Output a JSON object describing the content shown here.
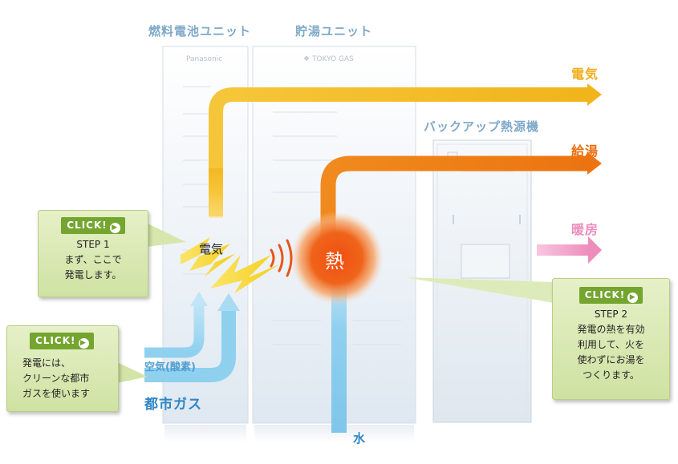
{
  "units": {
    "fuel_cell": "燃料電池ユニット",
    "storage": "貯湯ユニット",
    "backup": "バックアップ熱源機"
  },
  "brands": {
    "left": "Panasonic",
    "right": "TOKYO GAS"
  },
  "outputs": {
    "electricity": "電気",
    "hot_water": "給湯",
    "heating": "暖房"
  },
  "inputs": {
    "air": "空気(酸素)",
    "city_gas": "都市ガス",
    "water": "水"
  },
  "inner": {
    "electricity": "電気",
    "heat": "熱"
  },
  "callouts": {
    "step1": {
      "button": "CLICK!",
      "arrow": "▶",
      "line1": "STEP 1",
      "line2": "まず、ここで",
      "line3": "発電します。"
    },
    "step2": {
      "button": "CLICK!",
      "arrow": "▶",
      "line1": "STEP 2",
      "line2": "発電の熱を有効",
      "line3": "利用して、火を",
      "line4": "使わずにお湯を",
      "line5": "つくります。"
    },
    "gas": {
      "button": "CLICK!",
      "arrow": "▶",
      "line1": "発電には、",
      "line2": "クリーンな都市",
      "line3": "ガスを使います"
    }
  },
  "colors": {
    "electricity": "#f3b821",
    "hot_water": "#ee7a12",
    "heating": "#f098c4",
    "blue": "#8fd0ef",
    "heat_core": "#ee5a17",
    "accent_green": "#74a52f"
  },
  "icons": [
    "lightning-bolt-icon",
    "heat-wave-icon",
    "chevron-right-icon"
  ]
}
